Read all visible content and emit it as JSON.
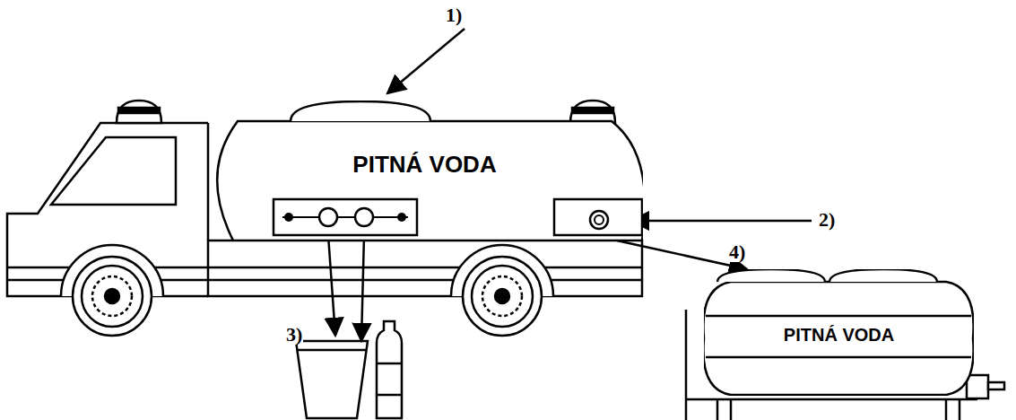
{
  "diagram": {
    "nodes": [
      {
        "text": [
          "PITNÁ VODA"
        ]
      },
      {
        "text": [
          "PITNÁ VODA"
        ]
      }
    ],
    "edges": [
      {
        "from": 0,
        "to": 1,
        "arrow": "to"
      }
    ],
    "labels": [
      "1)",
      "2)",
      "3)",
      "4)"
    ]
  }
}
